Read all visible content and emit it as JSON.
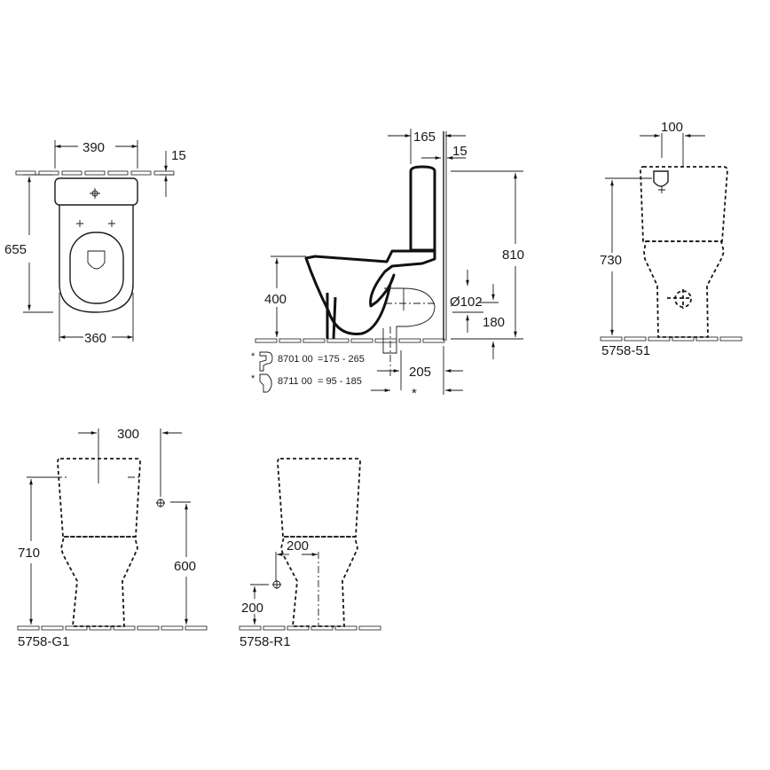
{
  "views": {
    "top_view": {
      "dim_width_tank": "390",
      "dim_wall_gap": "15",
      "dim_length": "655",
      "dim_width_bowl": "360"
    },
    "side_view": {
      "dim_tank_depth": "165",
      "dim_wall_gap": "15",
      "dim_total_height": "810",
      "dim_seat_height": "400",
      "dim_outlet_diameter": "Ø102",
      "dim_outlet_height": "180",
      "dim_outlet_offset": "205",
      "asterisk": "*",
      "accessories": [
        {
          "marker": "*",
          "code": "8701 00",
          "range": "=175 -  265"
        },
        {
          "marker": "*",
          "code": "8711 00",
          "range": "=   95 -  185"
        }
      ]
    },
    "front_view_51": {
      "dim_offset": "100",
      "dim_height": "730",
      "model": "5758-51"
    },
    "front_view_g1": {
      "dim_offset": "300",
      "dim_height": "710",
      "dim_inlet_height": "600",
      "model": "5758-G1"
    },
    "front_view_r1": {
      "dim_offset": "200",
      "dim_inlet_height": "200",
      "model": "5758-R1"
    }
  }
}
